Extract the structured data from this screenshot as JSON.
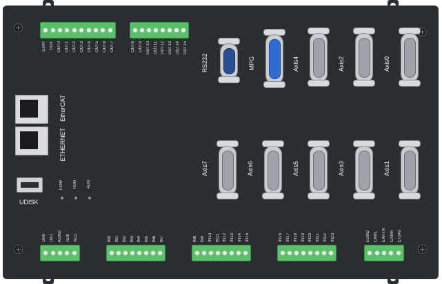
{
  "ports": {
    "rs232": "RS232",
    "mpg": "MPG",
    "axis4": "Axis4",
    "axis2": "Axis2",
    "axis0": "Axis0",
    "axis7": "Axis7",
    "axis6": "Axis6",
    "axis5": "Axis5",
    "axis3": "Axis3",
    "axis1": "Axis1",
    "ethercat": "EtherCAT",
    "ethernet": "ETHERNET",
    "udisk": "UDISK"
  },
  "leds": [
    "POW",
    "RUN",
    "ALM"
  ],
  "terminals": {
    "out_top_left": [
      "E24V",
      "EGV",
      "OUT0",
      "OUT1",
      "OUT2",
      "OUT3",
      "OUT4",
      "OUT5",
      "OUT6",
      "OUT7"
    ],
    "out_top_right": [
      "OUT8",
      "OUT9",
      "OUT10",
      "OUT11",
      "OUT12",
      "OUT13",
      "OUT14",
      "OUT15"
    ],
    "bottom_analog": [
      "DA0",
      "DA1",
      "AGND",
      "AD0",
      "AD1"
    ],
    "bottom_in0": [
      "IN0",
      "IN1",
      "IN2",
      "IN3",
      "IN4",
      "IN5",
      "IN6",
      "IN7"
    ],
    "bottom_in8": [
      "IN8",
      "IN9",
      "IN10",
      "IN11",
      "IN12",
      "IN13",
      "IN14",
      "IN15"
    ],
    "bottom_in16": [
      "IN16",
      "IN17",
      "IN18",
      "IN19",
      "IN20",
      "IN21",
      "IN22",
      "IN23"
    ],
    "bottom_power": [
      "EGND",
      "CANL",
      "EARTH",
      "CANH",
      "E+24V"
    ]
  }
}
